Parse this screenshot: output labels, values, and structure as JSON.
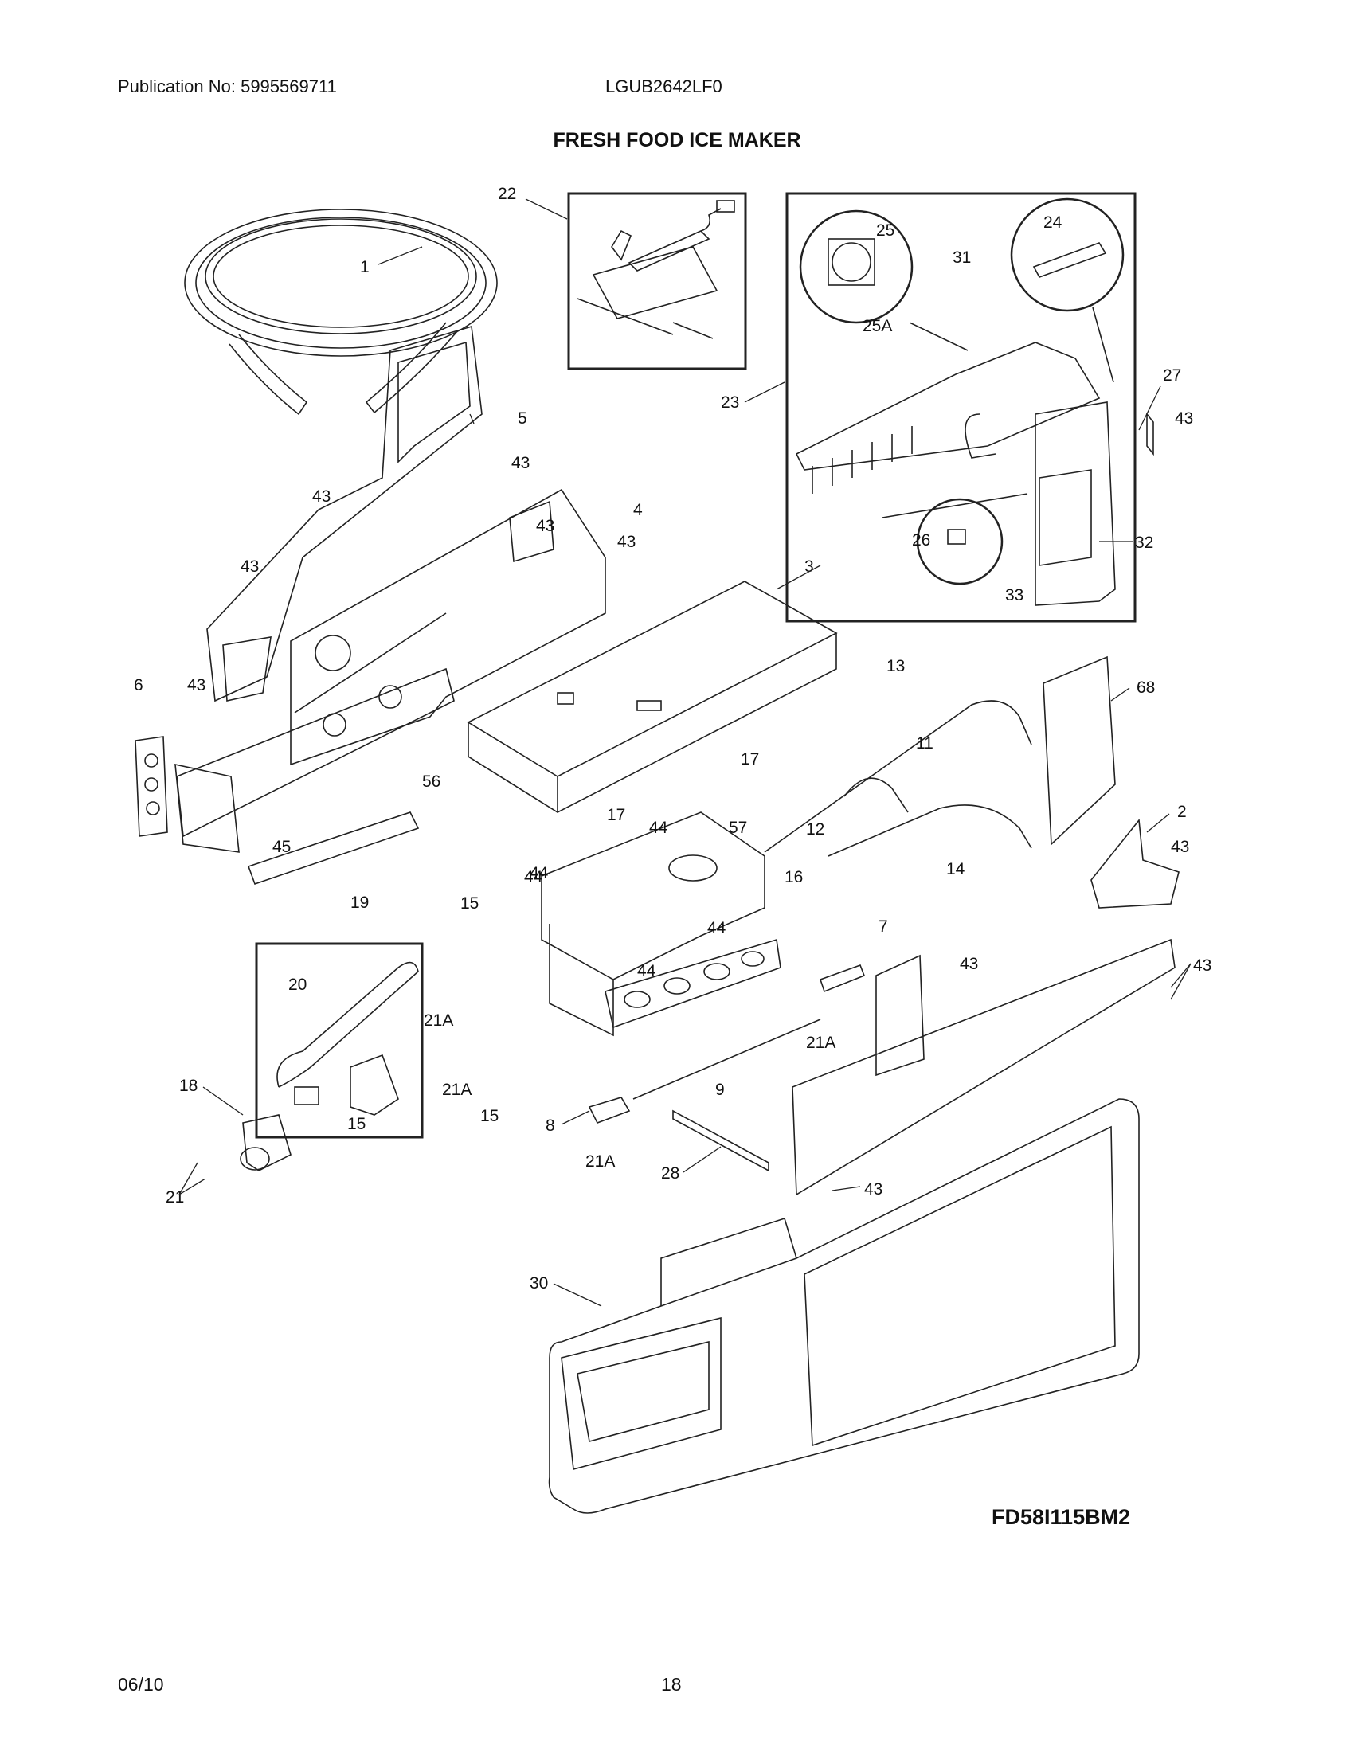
{
  "header": {
    "publication": "Publication No: 5995569711",
    "model": "LGUB2642LF0",
    "title": "FRESH FOOD ICE MAKER"
  },
  "footer": {
    "date": "06/10",
    "page": "18"
  },
  "diagram_code": "FD58I115BM2",
  "callouts": [
    {
      "id": "c-1",
      "label": "1"
    },
    {
      "id": "c-22",
      "label": "22"
    },
    {
      "id": "c-23",
      "label": "23"
    },
    {
      "id": "c-24",
      "label": "24"
    },
    {
      "id": "c-25",
      "label": "25"
    },
    {
      "id": "c-25a",
      "label": "25A"
    },
    {
      "id": "c-31",
      "label": "31"
    },
    {
      "id": "c-27",
      "label": "27"
    },
    {
      "id": "c-43a",
      "label": "43"
    },
    {
      "id": "c-26",
      "label": "26"
    },
    {
      "id": "c-32",
      "label": "32"
    },
    {
      "id": "c-33",
      "label": "33"
    },
    {
      "id": "c-5",
      "label": "5"
    },
    {
      "id": "c-43b",
      "label": "43"
    },
    {
      "id": "c-43c",
      "label": "43"
    },
    {
      "id": "c-43d",
      "label": "43"
    },
    {
      "id": "c-4",
      "label": "4"
    },
    {
      "id": "c-43e",
      "label": "43"
    },
    {
      "id": "c-43f",
      "label": "43"
    },
    {
      "id": "c-3",
      "label": "3"
    },
    {
      "id": "c-6",
      "label": "6"
    },
    {
      "id": "c-43g",
      "label": "43"
    },
    {
      "id": "c-13",
      "label": "13"
    },
    {
      "id": "c-68",
      "label": "68"
    },
    {
      "id": "c-11",
      "label": "11"
    },
    {
      "id": "c-17a",
      "label": "17"
    },
    {
      "id": "c-56",
      "label": "56"
    },
    {
      "id": "c-17b",
      "label": "17"
    },
    {
      "id": "c-44a",
      "label": "44"
    },
    {
      "id": "c-57",
      "label": "57"
    },
    {
      "id": "c-12",
      "label": "12"
    },
    {
      "id": "c-14",
      "label": "14"
    },
    {
      "id": "c-2",
      "label": "2"
    },
    {
      "id": "c-43h",
      "label": "43"
    },
    {
      "id": "c-45",
      "label": "45"
    },
    {
      "id": "c-44b",
      "label": "44"
    },
    {
      "id": "c-44c",
      "label": "44"
    },
    {
      "id": "c-16",
      "label": "16"
    },
    {
      "id": "c-19",
      "label": "19"
    },
    {
      "id": "c-15a",
      "label": "15"
    },
    {
      "id": "c-44d",
      "label": "44"
    },
    {
      "id": "c-7",
      "label": "7"
    },
    {
      "id": "c-43i",
      "label": "43"
    },
    {
      "id": "c-43j",
      "label": "43"
    },
    {
      "id": "c-20",
      "label": "20"
    },
    {
      "id": "c-21a1",
      "label": "21A"
    },
    {
      "id": "c-44e",
      "label": "44"
    },
    {
      "id": "c-21a2",
      "label": "21A"
    },
    {
      "id": "c-21a3",
      "label": "21A"
    },
    {
      "id": "c-9",
      "label": "9"
    },
    {
      "id": "c-18",
      "label": "18"
    },
    {
      "id": "c-15b",
      "label": "15"
    },
    {
      "id": "c-15c",
      "label": "15"
    },
    {
      "id": "c-8",
      "label": "8"
    },
    {
      "id": "c-21a4",
      "label": "21A"
    },
    {
      "id": "c-28",
      "label": "28"
    },
    {
      "id": "c-43k",
      "label": "43"
    },
    {
      "id": "c-21",
      "label": "21"
    },
    {
      "id": "c-30",
      "label": "30"
    }
  ]
}
